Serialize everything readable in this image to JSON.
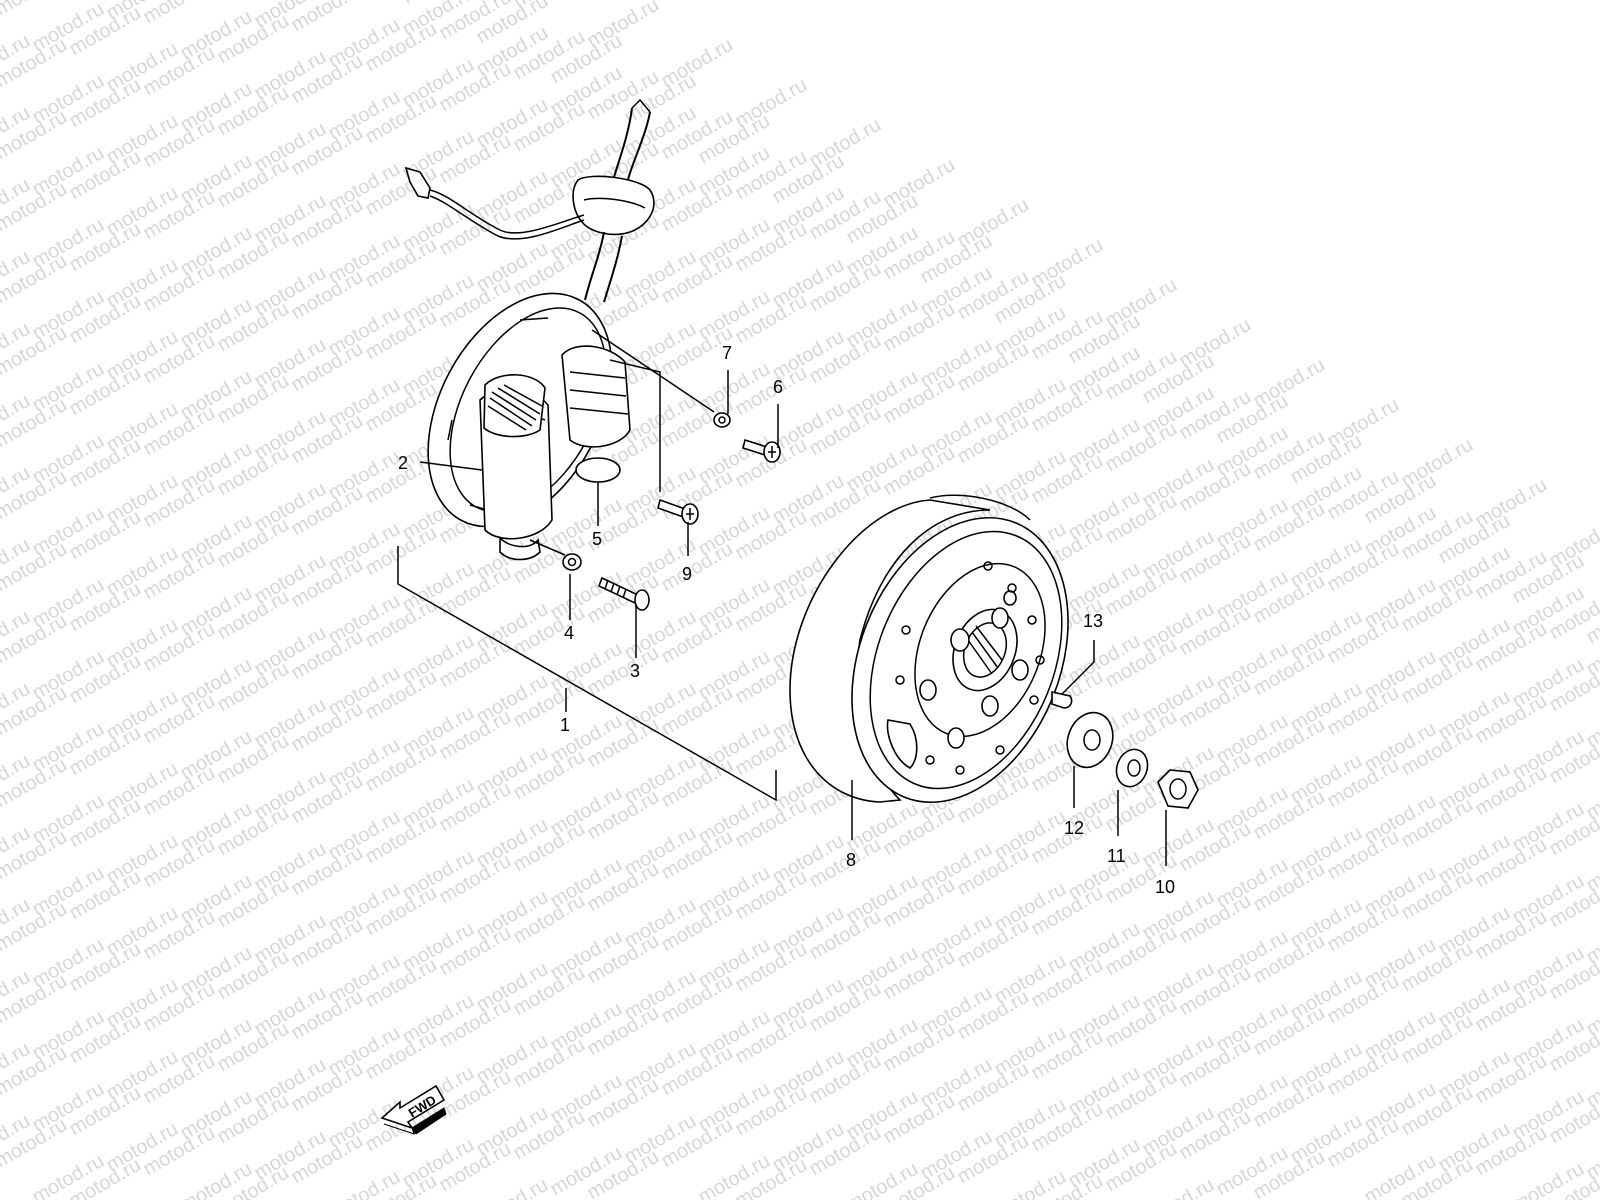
{
  "watermark": {
    "text": "motod.ru"
  },
  "callouts": [
    "1",
    "2",
    "3",
    "4",
    "5",
    "6",
    "7",
    "8",
    "9",
    "10",
    "11",
    "12",
    "13"
  ],
  "fwd_label": "FWD",
  "colors": {
    "line": "#000000",
    "background": "#ffffff",
    "watermark": "#d7d7d7"
  }
}
